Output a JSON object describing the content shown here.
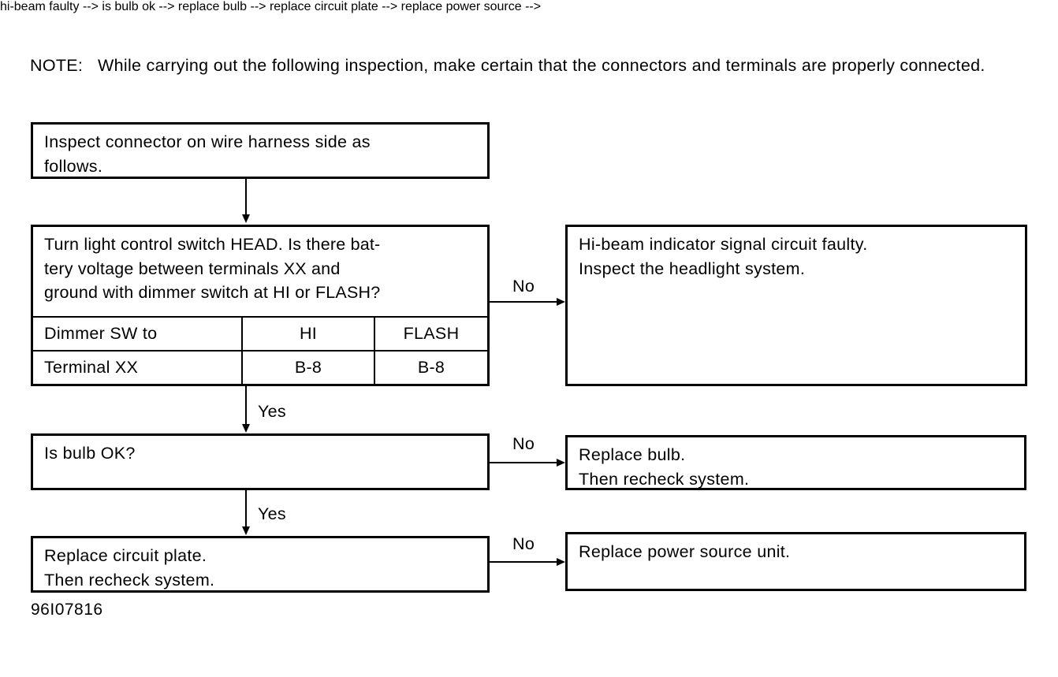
{
  "note": {
    "text": "NOTE:   While carrying out the following inspection, make certain that the connectors and terminals are properly connected."
  },
  "boxes": {
    "inspect_connector": {
      "text": "Inspect connector on wire harness side as\nfollows."
    },
    "decision_battery_voltage": {
      "question": "Turn light control switch HEAD. Is there bat-\ntery voltage between terminals XX and\nground with dimmer switch at HI or FLASH?",
      "table": {
        "rows": [
          {
            "label": "Dimmer SW to",
            "hi": "HI",
            "flash": "FLASH"
          },
          {
            "label": "Terminal XX",
            "hi": "B-8",
            "flash": "B-8"
          }
        ]
      }
    },
    "hi_beam_faulty": {
      "text": "Hi-beam indicator signal circuit faulty.\nInspect the headlight system."
    },
    "is_bulb_ok": {
      "text": "Is bulb OK?"
    },
    "replace_bulb": {
      "text": "Replace bulb.\nThen recheck system."
    },
    "replace_circuit_plate": {
      "text": "Replace circuit plate.\nThen recheck system."
    },
    "replace_power_source": {
      "text": "Replace power source unit."
    }
  },
  "edges": {
    "no_1": "No",
    "no_2": "No",
    "no_3": "No",
    "yes_1": "Yes",
    "yes_2": "Yes"
  },
  "figure_code": "96I07816",
  "colors": {
    "ink": "#000000",
    "paper": "#ffffff"
  }
}
